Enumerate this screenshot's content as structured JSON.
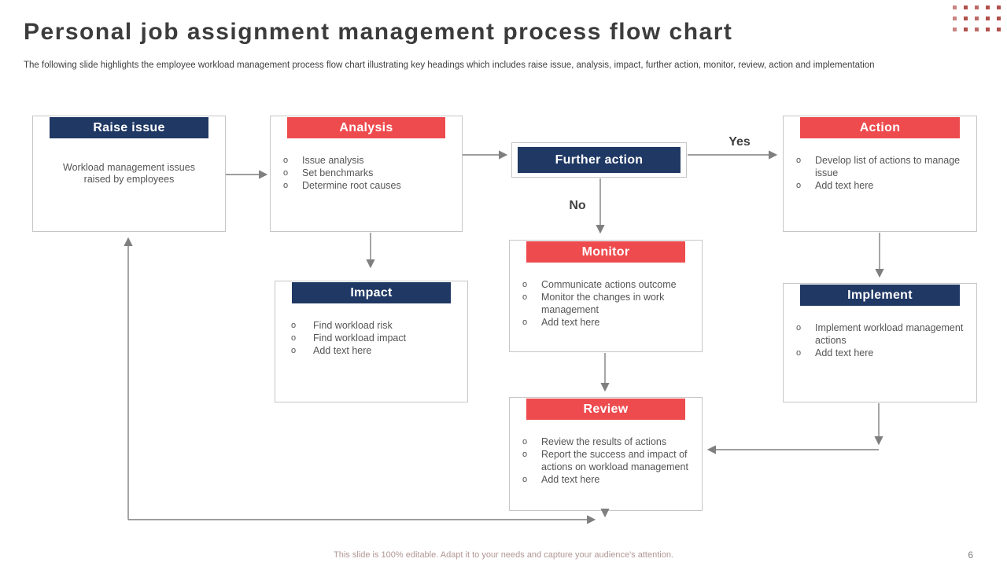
{
  "slide": {
    "title": "Personal job assignment management process flow chart",
    "subtitle": "The following slide highlights the employee workload management process flow chart illustrating key headings which includes raise issue, analysis, impact, further action, monitor, review, action and implementation",
    "footer": "This slide is 100% editable.  Adapt it to your needs and capture your audience's attention.",
    "page_number": "6"
  },
  "colors": {
    "navy_header": "#1f3864",
    "red_header": "#ee4b4e",
    "box_border": "#c6c6c6",
    "body_text": "#555555",
    "title_text": "#3c3c3c",
    "arrow": "#7f7f7f",
    "accent_dots": "#b2504b",
    "footer_text": "#b09694"
  },
  "decision": {
    "label": "Further action",
    "yes_label": "Yes",
    "no_label": "No"
  },
  "boxes": [
    {
      "id": "raise-issue",
      "title": "Raise issue",
      "header_color": "navy",
      "description": "Workload management issues raised by employees",
      "bullets": []
    },
    {
      "id": "analysis",
      "title": "Analysis",
      "header_color": "red",
      "bullets": [
        "Issue analysis",
        "Set benchmarks",
        "Determine root causes"
      ]
    },
    {
      "id": "action",
      "title": "Action",
      "header_color": "red",
      "bullets": [
        "Develop list of actions to manage issue",
        "Add text here"
      ]
    },
    {
      "id": "impact",
      "title": "Impact",
      "header_color": "navy",
      "bullets": [
        "Find workload risk",
        "Find workload impact",
        "Add text here"
      ]
    },
    {
      "id": "monitor",
      "title": "Monitor",
      "header_color": "red",
      "bullets": [
        "Communicate actions outcome",
        "Monitor the changes in work management",
        "Add text here"
      ]
    },
    {
      "id": "implement",
      "title": "Implement",
      "header_color": "navy",
      "bullets": [
        "Implement workload management actions",
        "Add text here"
      ]
    },
    {
      "id": "review",
      "title": "Review",
      "header_color": "red",
      "bullets": [
        "Review the results of actions",
        "Report the success and impact of actions on workload management",
        "Add text here"
      ]
    }
  ]
}
